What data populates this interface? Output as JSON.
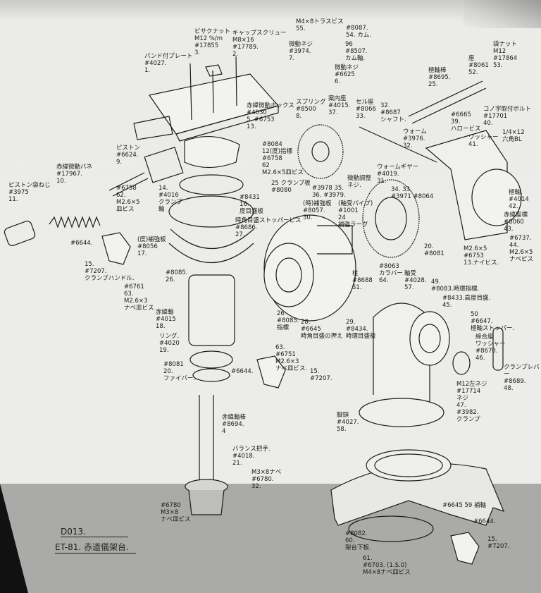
{
  "document": {
    "code": "D013.",
    "title": "ET-81. 赤道儀架台."
  },
  "labels": [
    "バンド付プレート\n#4027.\n1.",
    "ビサクナット\nM12 %/m\n#17855\n3.",
    "キャップスクリュー\nM8×16\n#17789.\n2.",
    "M4×8トラスビス\n55.",
    "#8087.\n54. カム.",
    "96\n#8507.\nカム軸.",
    "微動ネジ\n#3974.\n7.",
    "微動ネジ\n#6625\n6.",
    "極軸棒\n#8695.\n25.",
    "座\n#8061\n52.",
    "袋ナット\nM12\n#17864\n53.",
    "赤緯微動ボックス\n#4030\n5. #6753\n13.",
    "スプリング\n#8500\n8.",
    "案内座\n#4015.\n37.",
    "セル座\n#8066\n33.",
    "32.\n#8687\nシャフト.",
    "#6665\n39.\nハロービス",
    "コノ字取付ボルト\n#17701\n40.",
    "ワッシャー\n41.",
    "1/4×12\n六角BL",
    "ピストン\n#6624.\n9.",
    "赤緯微動バネ\n#17967.\n10.",
    "ピストン袋ねじ\n#3975\n11.",
    "#6758\n62.\nM2.6×5\n皿ビス",
    "14.\n#4016\nクランプ\n輪",
    "#8084\n12(度)指標\n#6758\n62\nM2.6×5皿ビス",
    "25 クランプ板\n#8080",
    "#3978 35.\n36. #3979.",
    "微動調整\nネジ.",
    "ウォーム\n#3976.\n32.",
    "ウォームギヤー\n#4019.\n31.",
    "34. 33.\n#3971 #8064",
    "#8431\n16.\n度目盛板",
    "(時)補強板\n#8057.\n30.",
    "(軸受パイプ)\n#1001\n24\n補強ラーグ",
    "極軸.\n#4014\n42.",
    "赤緯座標\n#8060\n43.",
    "#6737.\n44.\nM2.6×5\nナベビス",
    "時角目盛ストッパービス\n#8686.\n27.",
    "#6644.",
    "15.\n#7207.\nクランプハンドル.",
    "(度)補強板\n#8056\n17.",
    "#8085.\n26.",
    "#6761\n63.\nM2.6×3\nナベ皿ビス",
    "赤緯軸\n#4015\n18.",
    "リング.\n#4020\n19.",
    "#8081\n20.\nファイバー.",
    "#6644.",
    "15.\n#7207.",
    "26\n#8085.\n指標",
    "28.\n#6645\n時角目盛の押え",
    "29.\n#8434.\n時環目盛板",
    "63.\n#6751\nM2.6×3\nナベ皿ビス.",
    "20.\n#8081",
    "M2.6×5\n#6753\n13.ナイビス.",
    "#8063\nカラバー\n64.",
    "軸受\n#4028.\n57.",
    "柱\n#8688\n51.",
    "49.\n#8083.時環指標.",
    "#8433.高度目盛.\n45.",
    "50\n#6647.\n極軸ストッパー.",
    "締合座\nワッシャー\n#8670.\n46.",
    "クランプレバー\n#8689.\n48.",
    "M12左ネジ\n#17714\nネジ\n47.\n#3982.\nクランプ",
    "脚頭\n#4027.\n58.",
    "赤緯軸棒\n#8694.\n4",
    "バランス把手.\n#4018.\n21.",
    "M3×8ナベ\n#6780.\n32.",
    "#6780\nM3×8\nナベ皿ビス",
    "#6645 59 補軸",
    "#6644.",
    "15.\n#7207.",
    "#8082.\n60.\n架台下板.",
    "61.\n#6703. (1.S.0)\nM4×8ナベ皿ビス"
  ]
}
